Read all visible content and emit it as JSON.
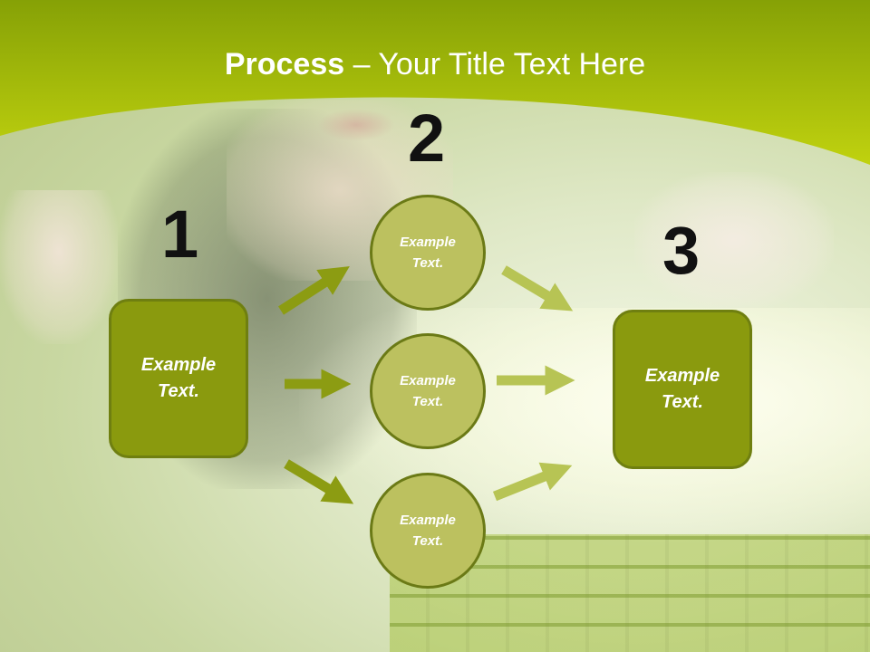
{
  "slide": {
    "title_bold": "Process",
    "title_rest": " – Your Title Text Here"
  },
  "steps": {
    "step1": {
      "number": "1",
      "text": "Example\nText."
    },
    "step2": {
      "number": "2"
    },
    "step3": {
      "number": "3",
      "text": "Example\nText."
    }
  },
  "circles": [
    {
      "text": "Example\nText."
    },
    {
      "text": "Example\nText."
    },
    {
      "text": "Example\nText."
    }
  ],
  "colors": {
    "header_green": "#9ab20a",
    "box_green": "#8a9a0e",
    "circle_fill": "#bcc15f",
    "arrow_dark": "#8c9c12",
    "arrow_light": "#b7c454"
  }
}
